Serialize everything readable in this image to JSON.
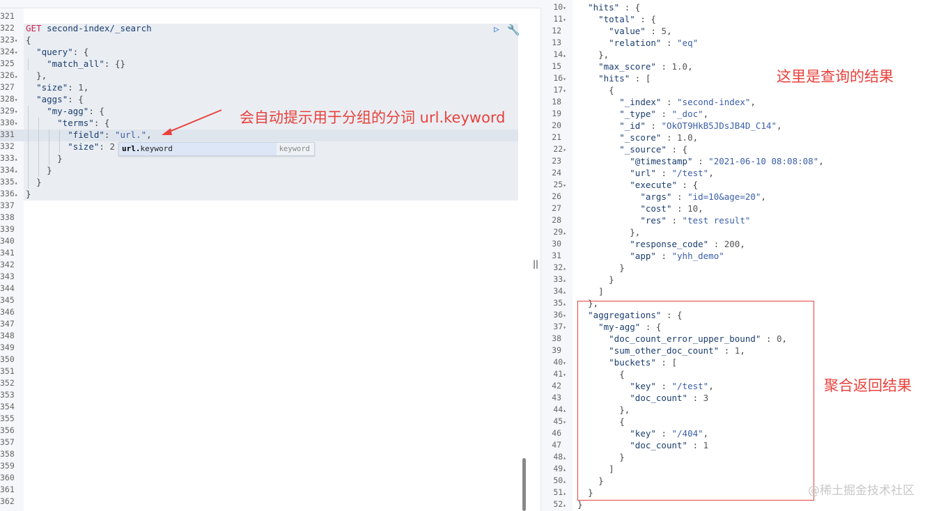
{
  "editor": {
    "left_lines": [
      {
        "n": "321",
        "fold": "",
        "html": ""
      },
      {
        "n": "322",
        "fold": "",
        "html": "<span class='kw'>GET</span> <span class='url'>second-index/_search</span>"
      },
      {
        "n": "323",
        "fold": "▾",
        "html": "<span class='pun'>{</span>"
      },
      {
        "n": "324",
        "fold": "▾",
        "html": "  <span class='key'>\"query\"</span><span class='pun'>: {</span>"
      },
      {
        "n": "325",
        "fold": "",
        "html": "    <span class='key'>\"match_all\"</span><span class='pun'>: {}</span>"
      },
      {
        "n": "326",
        "fold": "▴",
        "html": "  <span class='pun'>},</span>"
      },
      {
        "n": "327",
        "fold": "",
        "html": "  <span class='key'>\"size\"</span><span class='pun'>: </span><span class='num'>1</span><span class='pun'>,</span>"
      },
      {
        "n": "328",
        "fold": "▾",
        "html": "  <span class='key'>\"aggs\"</span><span class='pun'>: {</span>"
      },
      {
        "n": "329",
        "fold": "▾",
        "html": "    <span class='key'>\"my-agg\"</span><span class='pun'>: {</span>"
      },
      {
        "n": "330",
        "fold": "▾",
        "html": "      <span class='key'>\"terms\"</span><span class='pun'>: {</span>"
      },
      {
        "n": "331",
        "fold": "",
        "html": "        <span class='key'>\"field\"</span><span class='pun'>: </span><span class='str'>\"url.\"</span><span class='pun'>,</span>"
      },
      {
        "n": "332",
        "fold": "",
        "html": "        <span class='key'>\"size\"</span><span class='pun'>: </span><span class='num'>2</span>"
      },
      {
        "n": "333",
        "fold": "▴",
        "html": "      <span class='pun'>}</span>"
      },
      {
        "n": "334",
        "fold": "▴",
        "html": "    <span class='pun'>}</span>"
      },
      {
        "n": "335",
        "fold": "▴",
        "html": "  <span class='pun'>}</span>"
      },
      {
        "n": "336",
        "fold": "▴",
        "html": "<span class='pun'>}</span>"
      },
      {
        "n": "337",
        "fold": "",
        "html": ""
      },
      {
        "n": "338",
        "fold": "",
        "html": ""
      },
      {
        "n": "339",
        "fold": "",
        "html": ""
      },
      {
        "n": "340",
        "fold": "",
        "html": ""
      },
      {
        "n": "341",
        "fold": "",
        "html": ""
      },
      {
        "n": "342",
        "fold": "",
        "html": ""
      },
      {
        "n": "343",
        "fold": "",
        "html": ""
      },
      {
        "n": "344",
        "fold": "",
        "html": ""
      },
      {
        "n": "345",
        "fold": "",
        "html": ""
      },
      {
        "n": "346",
        "fold": "",
        "html": ""
      },
      {
        "n": "347",
        "fold": "",
        "html": ""
      },
      {
        "n": "348",
        "fold": "",
        "html": ""
      },
      {
        "n": "349",
        "fold": "",
        "html": ""
      },
      {
        "n": "350",
        "fold": "",
        "html": ""
      },
      {
        "n": "351",
        "fold": "",
        "html": ""
      },
      {
        "n": "352",
        "fold": "",
        "html": ""
      },
      {
        "n": "353",
        "fold": "",
        "html": ""
      },
      {
        "n": "354",
        "fold": "",
        "html": ""
      },
      {
        "n": "355",
        "fold": "",
        "html": ""
      },
      {
        "n": "356",
        "fold": "",
        "html": ""
      },
      {
        "n": "357",
        "fold": "",
        "html": ""
      },
      {
        "n": "358",
        "fold": "",
        "html": ""
      },
      {
        "n": "359",
        "fold": "",
        "html": ""
      },
      {
        "n": "360",
        "fold": "",
        "html": ""
      },
      {
        "n": "361",
        "fold": "",
        "html": ""
      },
      {
        "n": "362",
        "fold": "",
        "html": ""
      }
    ],
    "right_lines": [
      {
        "n": "10",
        "fold": "▾",
        "html": "  <span class='key'>\"hits\"</span> <span class='pun'>: {</span>"
      },
      {
        "n": "11",
        "fold": "▾",
        "html": "    <span class='key'>\"total\"</span> <span class='pun'>: {</span>"
      },
      {
        "n": "12",
        "fold": "",
        "html": "      <span class='key'>\"value\"</span> <span class='pun'>: </span><span class='num'>5</span><span class='pun'>,</span>"
      },
      {
        "n": "13",
        "fold": "",
        "html": "      <span class='key'>\"relation\"</span> <span class='pun'>: </span><span class='str'>\"eq\"</span>"
      },
      {
        "n": "14",
        "fold": "▴",
        "html": "    <span class='pun'>},</span>"
      },
      {
        "n": "15",
        "fold": "",
        "html": "    <span class='key'>\"max_score\"</span> <span class='pun'>: </span><span class='num'>1.0</span><span class='pun'>,</span>"
      },
      {
        "n": "16",
        "fold": "▾",
        "html": "    <span class='key'>\"hits\"</span> <span class='pun'>: [</span>"
      },
      {
        "n": "17",
        "fold": "▾",
        "html": "      <span class='pun'>{</span>"
      },
      {
        "n": "18",
        "fold": "",
        "html": "        <span class='key'>\"_index\"</span> <span class='pun'>: </span><span class='str'>\"second-index\"</span><span class='pun'>,</span>"
      },
      {
        "n": "19",
        "fold": "",
        "html": "        <span class='key'>\"_type\"</span> <span class='pun'>: </span><span class='str'>\"_doc\"</span><span class='pun'>,</span>"
      },
      {
        "n": "20",
        "fold": "",
        "html": "        <span class='key'>\"_id\"</span> <span class='pun'>: </span><span class='str'>\"OkOT9HkB5JDsJB4D_C14\"</span><span class='pun'>,</span>"
      },
      {
        "n": "21",
        "fold": "",
        "html": "        <span class='key'>\"_score\"</span> <span class='pun'>: </span><span class='num'>1.0</span><span class='pun'>,</span>"
      },
      {
        "n": "22",
        "fold": "▾",
        "html": "        <span class='key'>\"_source\"</span> <span class='pun'>: {</span>"
      },
      {
        "n": "23",
        "fold": "",
        "html": "          <span class='key'>\"@timestamp\"</span> <span class='pun'>: </span><span class='str'>\"2021-06-10 08:08:08\"</span><span class='pun'>,</span>"
      },
      {
        "n": "24",
        "fold": "",
        "html": "          <span class='key'>\"url\"</span> <span class='pun'>: </span><span class='str'>\"/test\"</span><span class='pun'>,</span>"
      },
      {
        "n": "25",
        "fold": "▾",
        "html": "          <span class='key'>\"execute\"</span> <span class='pun'>: {</span>"
      },
      {
        "n": "26",
        "fold": "",
        "html": "            <span class='key'>\"args\"</span> <span class='pun'>: </span><span class='str'>\"id=10&age=20\"</span><span class='pun'>,</span>"
      },
      {
        "n": "27",
        "fold": "",
        "html": "            <span class='key'>\"cost\"</span> <span class='pun'>: </span><span class='num'>10</span><span class='pun'>,</span>"
      },
      {
        "n": "28",
        "fold": "",
        "html": "            <span class='key'>\"res\"</span> <span class='pun'>: </span><span class='str'>\"test result\"</span>"
      },
      {
        "n": "29",
        "fold": "▴",
        "html": "          <span class='pun'>},</span>"
      },
      {
        "n": "30",
        "fold": "",
        "html": "          <span class='key'>\"response_code\"</span> <span class='pun'>: </span><span class='num'>200</span><span class='pun'>,</span>"
      },
      {
        "n": "31",
        "fold": "",
        "html": "          <span class='key'>\"app\"</span> <span class='pun'>: </span><span class='str'>\"yhh_demo\"</span>"
      },
      {
        "n": "32",
        "fold": "▴",
        "html": "        <span class='pun'>}</span>"
      },
      {
        "n": "33",
        "fold": "▴",
        "html": "      <span class='pun'>}</span>"
      },
      {
        "n": "34",
        "fold": "▴",
        "html": "    <span class='pun'>]</span>"
      },
      {
        "n": "35",
        "fold": "▴",
        "html": "  <span class='pun'>},</span>"
      },
      {
        "n": "36",
        "fold": "▾",
        "html": "  <span class='key'>\"aggregations\"</span> <span class='pun'>: {</span>"
      },
      {
        "n": "37",
        "fold": "▾",
        "html": "    <span class='key'>\"my-agg\"</span> <span class='pun'>: {</span>"
      },
      {
        "n": "38",
        "fold": "",
        "html": "      <span class='key'>\"doc_count_error_upper_bound\"</span> <span class='pun'>: </span><span class='num'>0</span><span class='pun'>,</span>"
      },
      {
        "n": "39",
        "fold": "",
        "html": "      <span class='key'>\"sum_other_doc_count\"</span> <span class='pun'>: </span><span class='num'>1</span><span class='pun'>,</span>"
      },
      {
        "n": "40",
        "fold": "▾",
        "html": "      <span class='key'>\"buckets\"</span> <span class='pun'>: [</span>"
      },
      {
        "n": "41",
        "fold": "▾",
        "html": "        <span class='pun'>{</span>"
      },
      {
        "n": "42",
        "fold": "",
        "html": "          <span class='key'>\"key\"</span> <span class='pun'>: </span><span class='str'>\"/test\"</span><span class='pun'>,</span>"
      },
      {
        "n": "43",
        "fold": "",
        "html": "          <span class='key'>\"doc_count\"</span> <span class='pun'>: </span><span class='num'>3</span>"
      },
      {
        "n": "44",
        "fold": "▴",
        "html": "        <span class='pun'>},</span>"
      },
      {
        "n": "45",
        "fold": "▾",
        "html": "        <span class='pun'>{</span>"
      },
      {
        "n": "46",
        "fold": "",
        "html": "          <span class='key'>\"key\"</span> <span class='pun'>: </span><span class='str'>\"/404\"</span><span class='pun'>,</span>"
      },
      {
        "n": "47",
        "fold": "",
        "html": "          <span class='key'>\"doc_count\"</span> <span class='pun'>: </span><span class='num'>1</span>"
      },
      {
        "n": "48",
        "fold": "▴",
        "html": "        <span class='pun'>}</span>"
      },
      {
        "n": "49",
        "fold": "▴",
        "html": "      <span class='pun'>]</span>"
      },
      {
        "n": "50",
        "fold": "▴",
        "html": "    <span class='pun'>}</span>"
      },
      {
        "n": "51",
        "fold": "▴",
        "html": "  <span class='pun'>}</span>"
      },
      {
        "n": "52",
        "fold": "▴",
        "html": "<span class='pun'>}</span>"
      }
    ]
  },
  "autocomplete": {
    "match": "url.",
    "completion": "keyword",
    "type": "keyword"
  },
  "annotations": {
    "hint": "会自动提示用于分组的分词 url.keyword",
    "query_result": "这里是查询的结果",
    "agg_result": "聚合返回结果"
  },
  "watermark": "@稀土掘金技术社区",
  "colors": {
    "annotation_red": "#e8413c",
    "request_bg": "#eaeef3"
  }
}
